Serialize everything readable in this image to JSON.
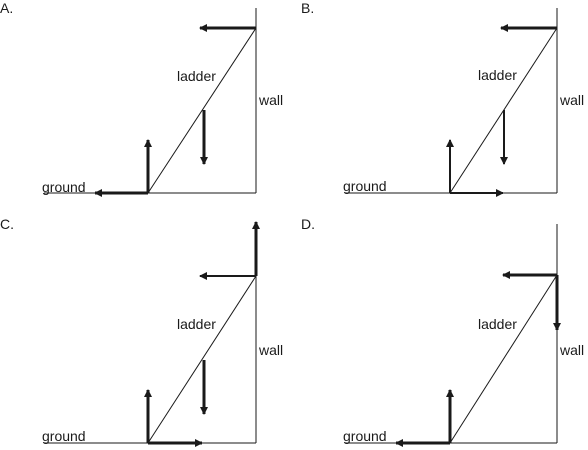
{
  "panels": [
    {
      "letter": "A.",
      "ladder": "ladder",
      "wall": "wall",
      "ground": "ground"
    },
    {
      "letter": "B.",
      "ladder": "ladder",
      "wall": "wall",
      "ground": "ground"
    },
    {
      "letter": "C.",
      "ladder": "ladder",
      "wall": "wall",
      "ground": "ground"
    },
    {
      "letter": "D.",
      "ladder": "ladder",
      "wall": "wall",
      "ground": "ground"
    }
  ],
  "colors": {
    "ink": "#1a1a1a"
  }
}
